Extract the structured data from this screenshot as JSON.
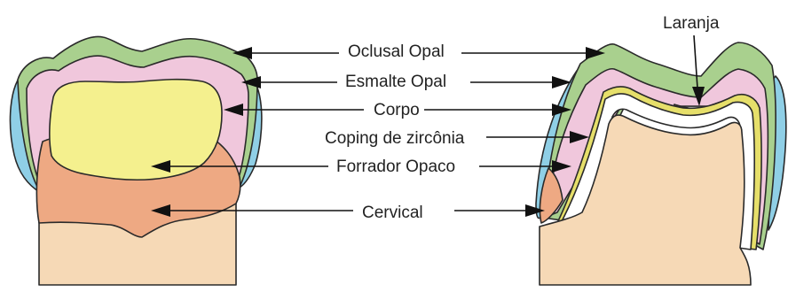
{
  "colors": {
    "background": "#ffffff",
    "oclusal_opal": "#a9d08e",
    "esmalte_opal": "#f0c7dc",
    "corpo": "#f4f08e",
    "forrador_opaco": "#eea983",
    "cervical": "#f6d9b6",
    "blue_enamel": "#8fcfe6",
    "laranja": "#e8602c",
    "zirconia_coping": "#ffffff",
    "coping_border_yellow": "#e6df6a",
    "prep_tooth": "#f6d9b6"
  },
  "labels": {
    "oclusal_opal": "Oclusal Opal",
    "esmalte_opal": "Esmalte Opal",
    "corpo": "Corpo",
    "coping": "Coping de zircônia",
    "forrador": "Forrador Opaco",
    "cervical": "Cervical",
    "laranja": "Laranja"
  }
}
